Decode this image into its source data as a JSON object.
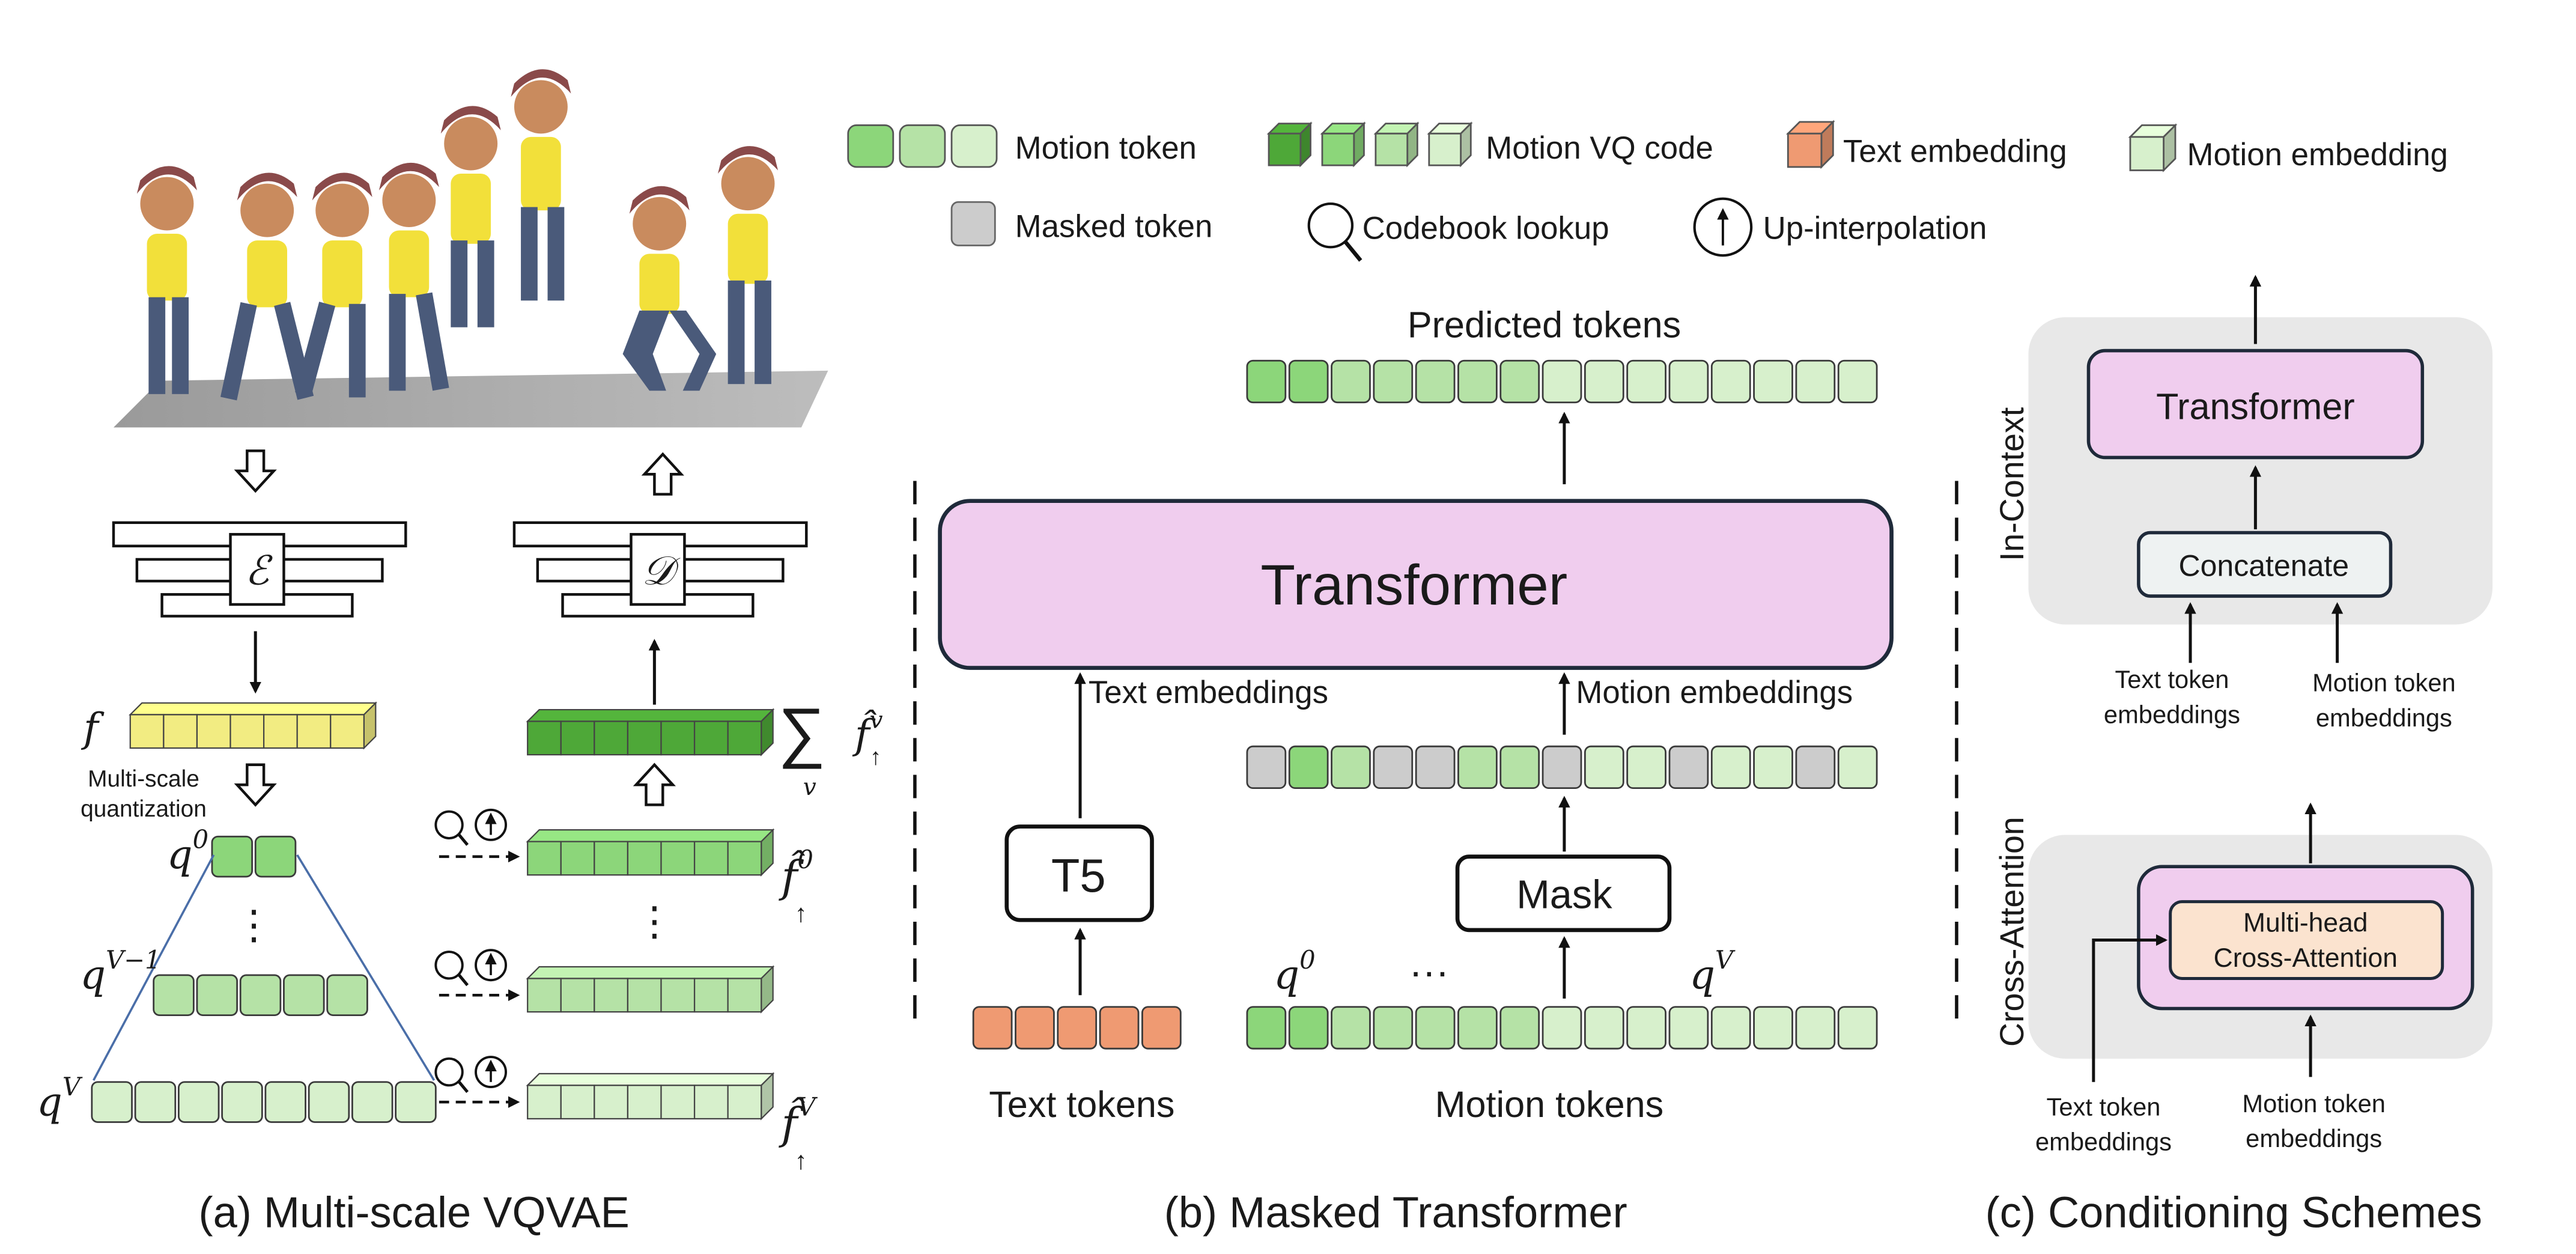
{
  "legend": {
    "motion_token": "Motion token",
    "motion_vq_code": "Motion VQ code",
    "text_embedding": "Text embedding",
    "motion_embedding": "Motion embedding",
    "masked_token": "Masked token",
    "codebook_lookup": "Codebook lookup",
    "up_interpolation": "Up-interpolation"
  },
  "panel_a": {
    "caption": "(a) Multi-scale VQVAE",
    "encoder": "ℰ",
    "decoder": "𝒟",
    "feature": "f",
    "quant_line1": "Multi-scale",
    "quant_line2": "quantization",
    "q0": "q",
    "q0_sup": "0",
    "qv1": "q",
    "qv1_sup": "V−1",
    "qv": "q",
    "qv_sup": "V",
    "dots": "⋮",
    "sum_symbol": "∑",
    "sum_sub": "v",
    "sum_term": "f̂",
    "sum_sup": "v",
    "sum_arrow": "↑",
    "f0": "f̂",
    "f0_sup": "0",
    "f0_sub": "↑",
    "fv": "f̂",
    "fv_sup": "V",
    "fv_sub": "↑"
  },
  "panel_b": {
    "caption": "(b) Masked Transformer",
    "predicted_tokens": "Predicted tokens",
    "transformer": "Transformer",
    "text_embeddings": "Text embeddings",
    "motion_embeddings": "Motion embeddings",
    "t5": "T5",
    "mask": "Mask",
    "text_tokens": "Text tokens",
    "motion_tokens": "Motion tokens",
    "q0": "q",
    "q0_sup": "0",
    "qv": "q",
    "qv_sup": "V",
    "ellipsis": "···"
  },
  "panel_c": {
    "caption": "(c) Conditioning Schemes",
    "in_context": "In-Context",
    "cross_attention": "Cross-Attention",
    "transformer": "Transformer",
    "concatenate": "Concatenate",
    "text_token_l1": "Text token",
    "text_token_l2": "embeddings",
    "motion_token_l1": "Motion token",
    "motion_token_l2": "embeddings",
    "mhca_l1": "Multi-head",
    "mhca_l2": "Cross-Attention"
  },
  "colors": {
    "transformer_fill": "#f0cdee",
    "green_dark": "#4ea838",
    "green_1": "#8cd67a",
    "green_2": "#b5e2a6",
    "green_3": "#d7f0cc",
    "green_4": "#e6f6de",
    "text_token": "#ef9a72",
    "feature_yellow": "#f2ec82",
    "masked_gray": "#cccccc",
    "panel_gray": "#e8e8e8",
    "mhca_fill": "#fbe3cf"
  }
}
